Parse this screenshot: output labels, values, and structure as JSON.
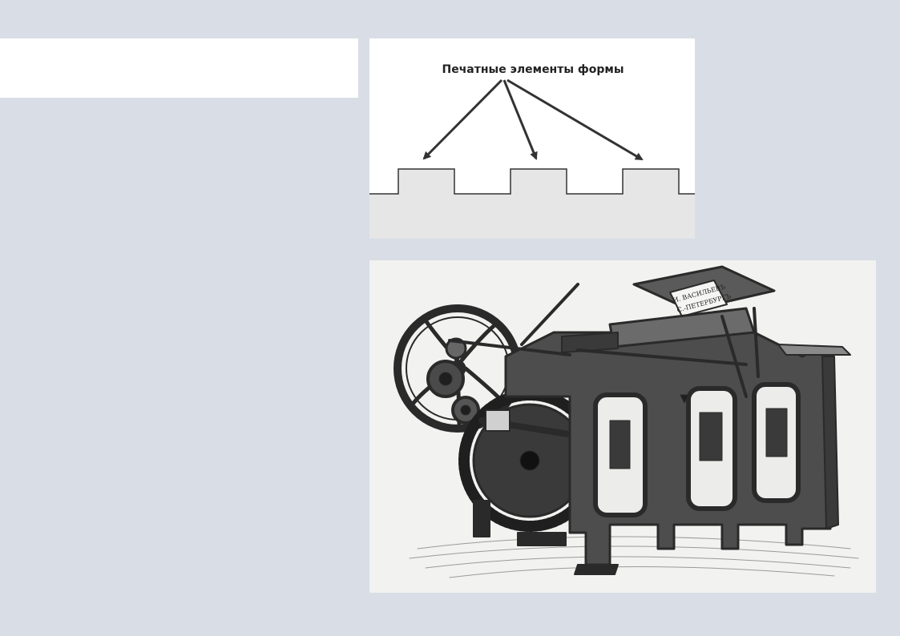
{
  "slide": {
    "background_color": "#d8dde6",
    "title_box_text": ""
  },
  "diagram": {
    "caption": "Печатные элементы формы",
    "printing_element_count": 3,
    "base_color": "#e6e6e6",
    "line_color": "#333333"
  },
  "press_illustration": {
    "plate_line1": "И. ВАСИЛЬЕВЪ",
    "plate_line2": "С.-ПЕТЕРБУРГЪ",
    "ink_color": "#2a2a2a"
  }
}
